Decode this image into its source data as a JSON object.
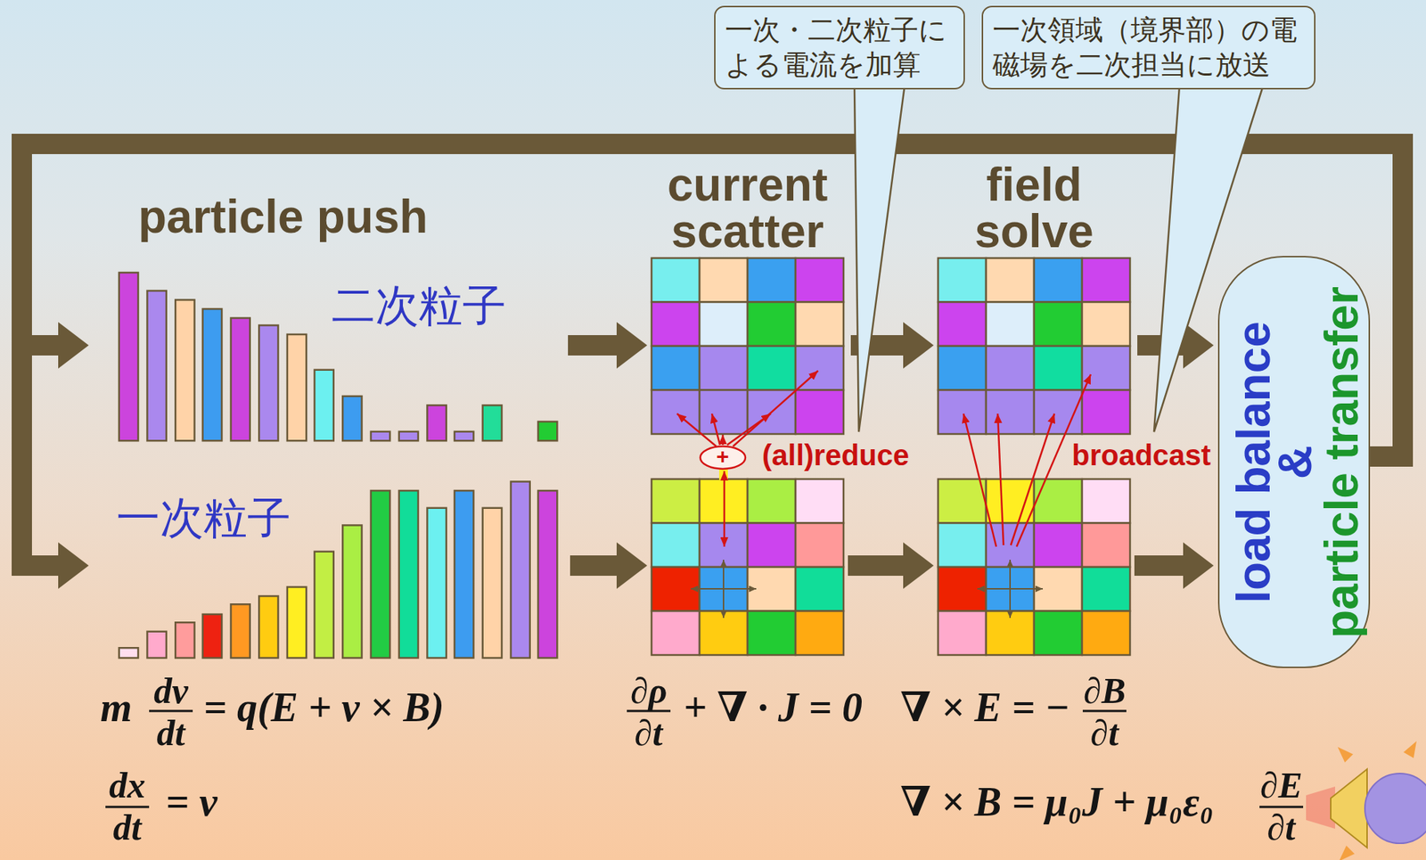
{
  "diagram": {
    "nodes": [
      {
        "text": [
          "一次・二次粒子に よる電流を加算"
        ]
      },
      {
        "text": [
          "一次領域（境界部）の電 磁場を二次担当に放送"
        ]
      },
      {
        "text": [
          "particle push",
          "二次粒子"
        ]
      },
      {
        "text": [
          "current scatter"
        ]
      },
      {
        "text": [
          "field solve"
        ]
      },
      {
        "text": [
          "load balance",
          "&",
          "particle transfer"
        ]
      },
      {
        "text": [
          "+"
        ]
      },
      {
        "text": [
          "一次粒子"
        ]
      }
    ],
    "edges": [
      {
        "from": 2,
        "to": 3,
        "arrow": "to"
      },
      {
        "from": 3,
        "to": 4,
        "arrow": "to"
      },
      {
        "from": 4,
        "to": 5,
        "arrow": "to"
      },
      {
        "from": 5,
        "to": 2,
        "arrow": "to"
      },
      {
        "from": 5,
        "to": 7,
        "arrow": "to"
      },
      {
        "from": 6,
        "to": 3,
        "arrow": "to"
      }
    ],
    "labels": [
      "(all)reduce",
      "broadcast",
      "m",
      "dv",
      "dt",
      "= q(E + v × B)",
      "dx",
      "dt",
      "= v",
      "∂ρ",
      "∂t",
      "+ ∇ · J = 0",
      "∇ × E = −",
      "∂B",
      "∂t",
      "∇ × B = μ₀J + μ₀ε₀",
      "∂E",
      "∂t"
    ]
  }
}
